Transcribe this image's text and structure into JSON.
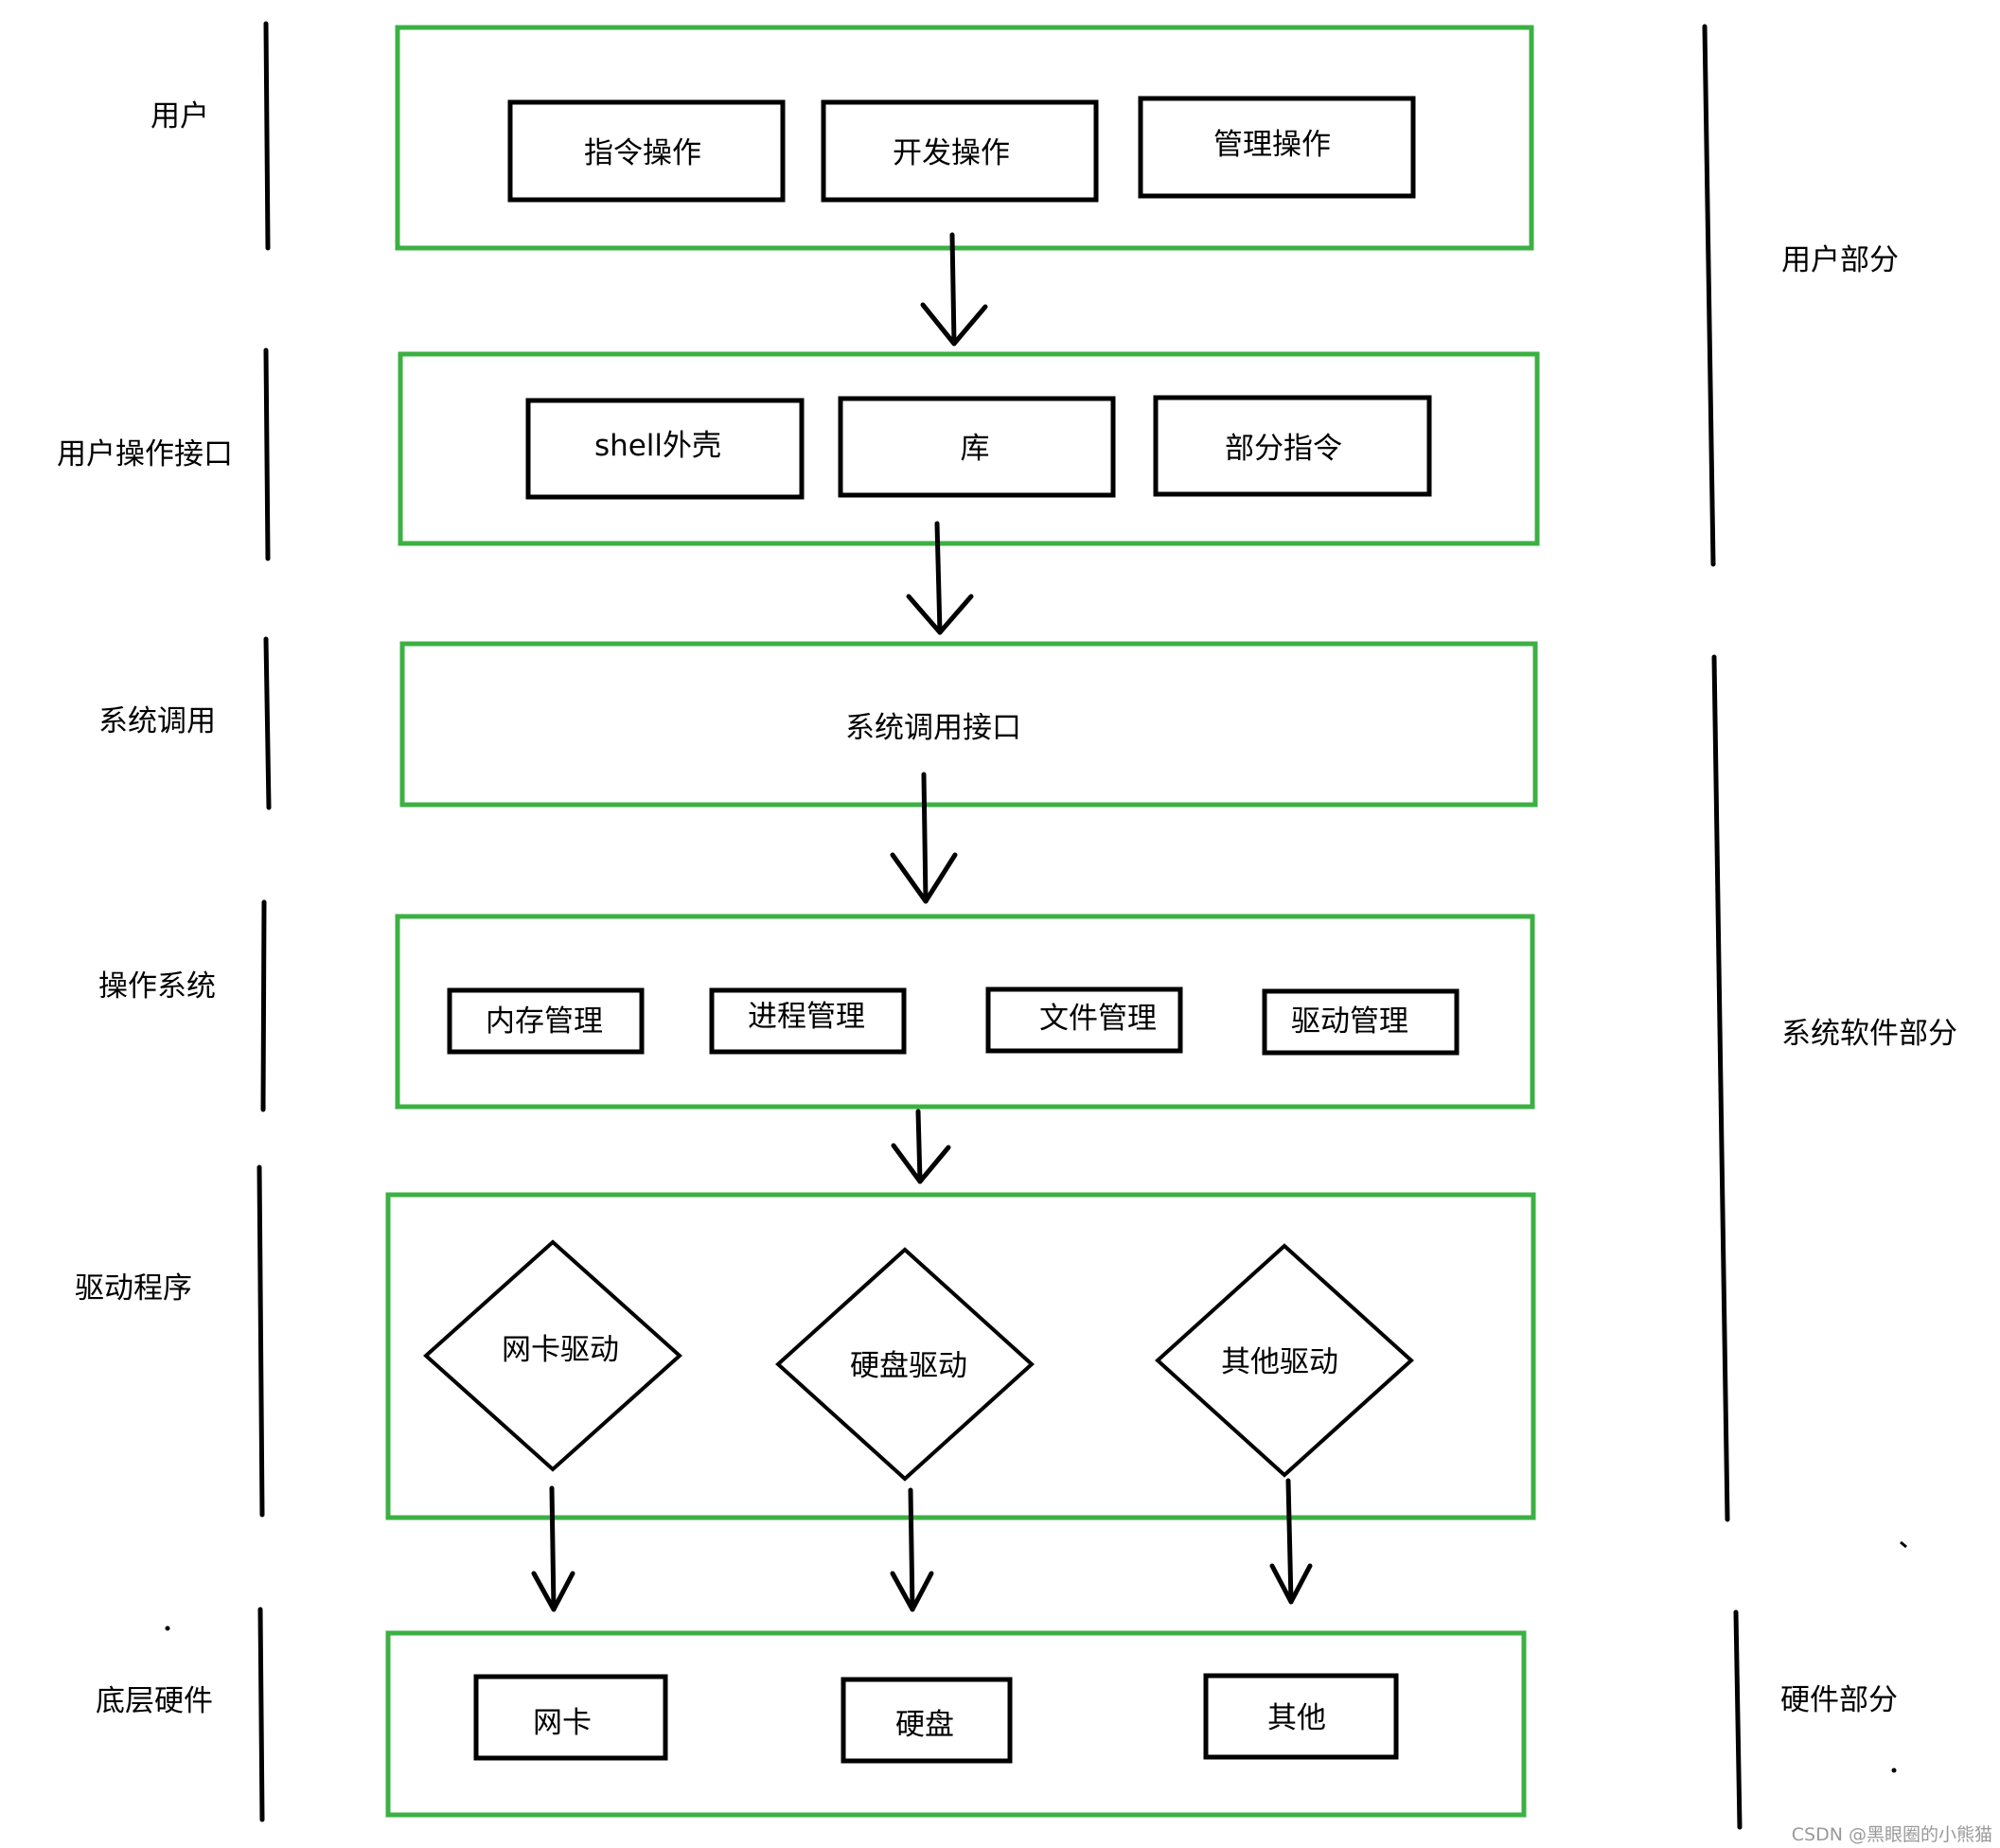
{
  "colors": {
    "layer_border": "#3cb043",
    "box_border": "#000000",
    "line": "#000000"
  },
  "layers": {
    "user": {
      "label": "用户",
      "items": [
        "指令操作",
        "开发操作",
        "管理操作"
      ]
    },
    "user_interface": {
      "label": "用户操作接口",
      "items": [
        "shell外壳",
        "库",
        "部分指令"
      ]
    },
    "syscall": {
      "label": "系统调用",
      "items": [
        "系统调用接口"
      ]
    },
    "os": {
      "label": "操作系统",
      "items": [
        "内存管理",
        "进程管理",
        "文件管理",
        "驱动管理"
      ]
    },
    "driver": {
      "label": "驱动程序",
      "items": [
        "网卡驱动",
        "硬盘驱动",
        "其他驱动"
      ]
    },
    "hardware": {
      "label": "底层硬件",
      "items": [
        "网卡",
        "硬盘",
        "其他"
      ]
    }
  },
  "groups": {
    "user_part": "用户部分",
    "system_software_part": "系统软件部分",
    "hardware_part": "硬件部分"
  },
  "watermark": "CSDN @黑眼圈的小熊猫"
}
